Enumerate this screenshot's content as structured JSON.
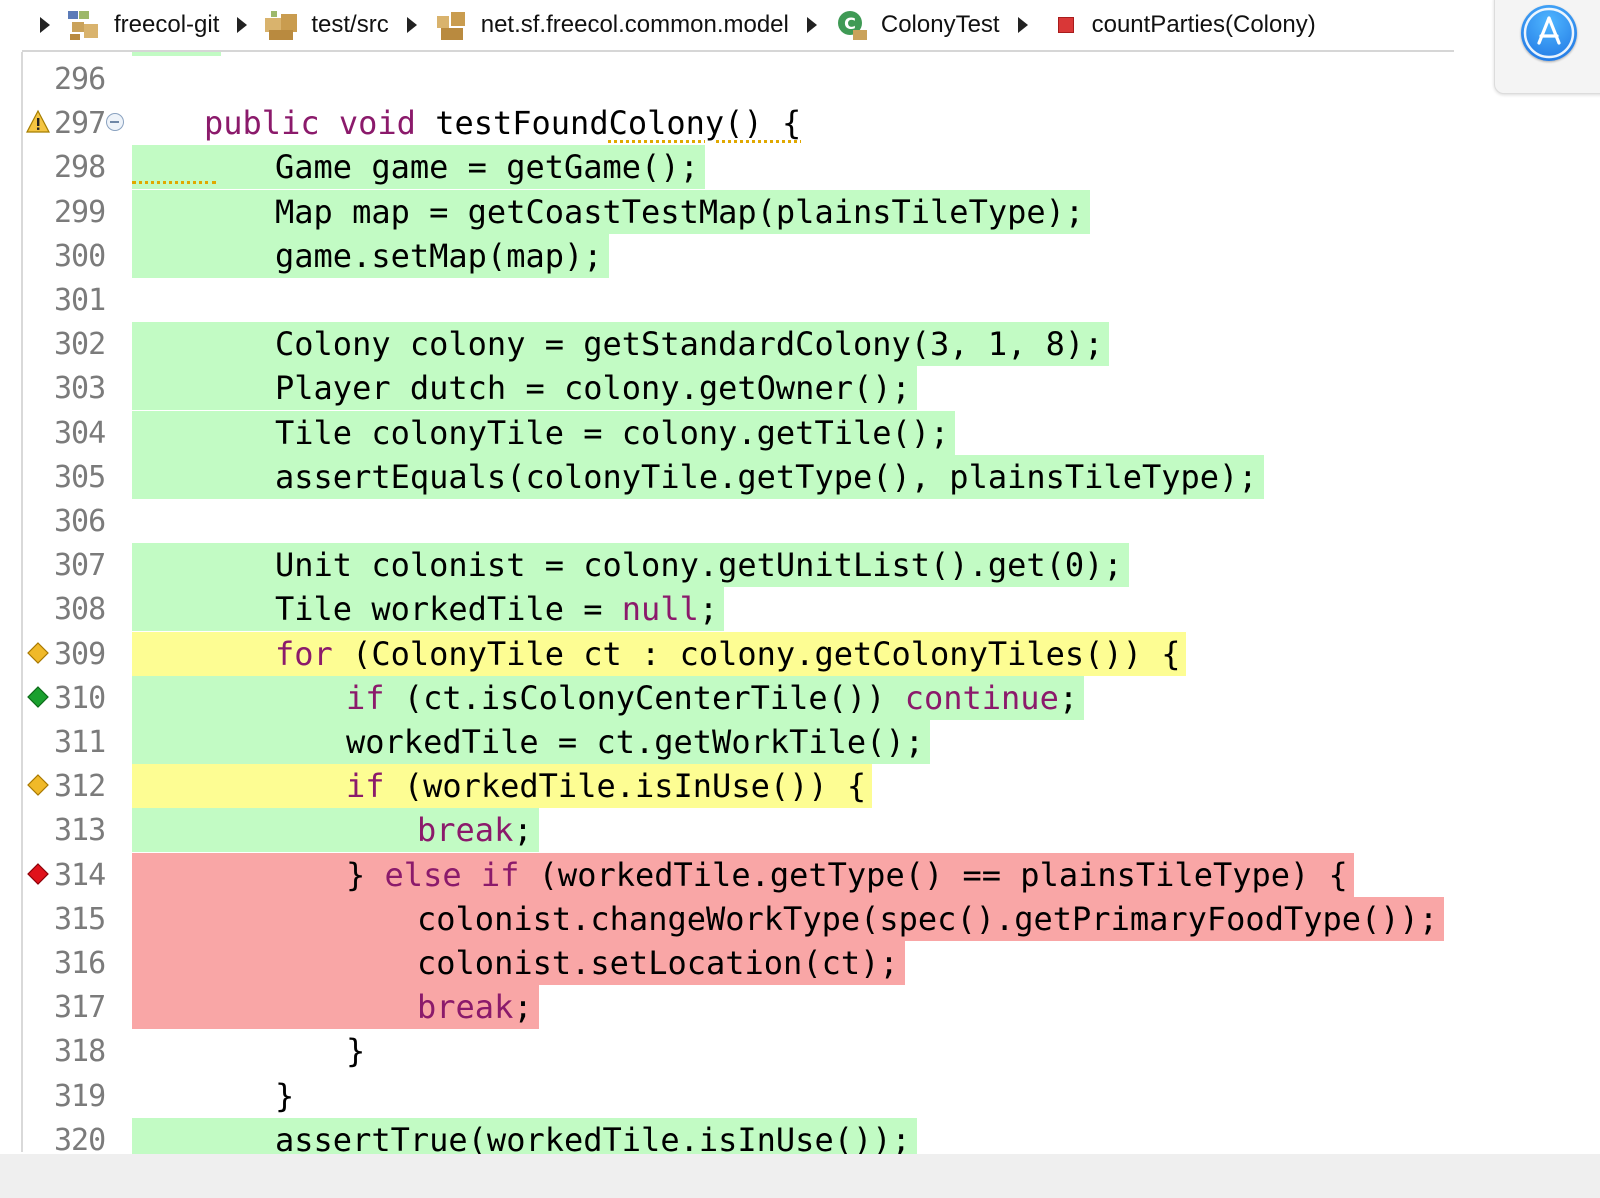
{
  "breadcrumb": {
    "items": [
      {
        "label": "freecol-git",
        "icon": "project-icon"
      },
      {
        "label": "test/src",
        "icon": "source-folder-icon"
      },
      {
        "label": "net.sf.freecol.common.model",
        "icon": "package-icon"
      },
      {
        "label": "ColonyTest",
        "icon": "java-class-icon"
      },
      {
        "label": "countParties(Colony)",
        "icon": "private-method-icon"
      }
    ]
  },
  "editor": {
    "lines": [
      {
        "number": "296",
        "indent": 0,
        "tokens": [],
        "coverage": null,
        "marker": null
      },
      {
        "number": "297",
        "indent": 1,
        "tokens": [
          {
            "t": "public void",
            "k": "kw"
          },
          {
            "t": " testFound"
          },
          {
            "t": "Colony() {",
            "k": "warn"
          }
        ],
        "coverage": null,
        "marker": "warning-icon",
        "fold": true
      },
      {
        "number": "298",
        "indent": 2,
        "tokens": [
          {
            "t": "Game game = getGame();"
          }
        ],
        "coverage": "green",
        "marker": null
      },
      {
        "number": "299",
        "indent": 2,
        "tokens": [
          {
            "t": "Map map = getCoastTestMap(plainsTileType);"
          }
        ],
        "coverage": "green",
        "marker": null
      },
      {
        "number": "300",
        "indent": 2,
        "tokens": [
          {
            "t": "game.setMap(map);"
          }
        ],
        "coverage": "green",
        "marker": null
      },
      {
        "number": "301",
        "indent": 0,
        "tokens": [],
        "coverage": null,
        "marker": null
      },
      {
        "number": "302",
        "indent": 2,
        "tokens": [
          {
            "t": "Colony colony = getStandardColony(3, 1, 8);"
          }
        ],
        "coverage": "green",
        "marker": null
      },
      {
        "number": "303",
        "indent": 2,
        "tokens": [
          {
            "t": "Player dutch = colony.getOwner();"
          }
        ],
        "coverage": "green",
        "marker": null
      },
      {
        "number": "304",
        "indent": 2,
        "tokens": [
          {
            "t": "Tile colonyTile = colony.getTile();"
          }
        ],
        "coverage": "green",
        "marker": null
      },
      {
        "number": "305",
        "indent": 2,
        "tokens": [
          {
            "t": "assertEquals(colonyTile.getType(), plainsTileType);"
          }
        ],
        "coverage": "green",
        "marker": null
      },
      {
        "number": "306",
        "indent": 0,
        "tokens": [],
        "coverage": null,
        "marker": null
      },
      {
        "number": "307",
        "indent": 2,
        "tokens": [
          {
            "t": "Unit colonist = colony.getUnitList().get(0);"
          }
        ],
        "coverage": "green",
        "marker": null
      },
      {
        "number": "308",
        "indent": 2,
        "tokens": [
          {
            "t": "Tile workedTile = "
          },
          {
            "t": "null",
            "k": "kw"
          },
          {
            "t": ";"
          }
        ],
        "coverage": "green",
        "marker": null
      },
      {
        "number": "309",
        "indent": 2,
        "tokens": [
          {
            "t": "for",
            "k": "kw"
          },
          {
            "t": " (ColonyTile ct : colony.getColonyTiles()) {"
          }
        ],
        "coverage": "yellow",
        "marker": "partial-branch-icon"
      },
      {
        "number": "310",
        "indent": 3,
        "tokens": [
          {
            "t": "if",
            "k": "kw"
          },
          {
            "t": " (ct.isColonyCenterTile()) "
          },
          {
            "t": "continue",
            "k": "kw"
          },
          {
            "t": ";"
          }
        ],
        "coverage": "green",
        "marker": "full-branch-icon"
      },
      {
        "number": "311",
        "indent": 3,
        "tokens": [
          {
            "t": "workedTile = ct.getWorkTile();"
          }
        ],
        "coverage": "green",
        "marker": null
      },
      {
        "number": "312",
        "indent": 3,
        "tokens": [
          {
            "t": "if",
            "k": "kw"
          },
          {
            "t": " (workedTile.isInUse()) {"
          }
        ],
        "coverage": "yellow",
        "marker": "partial-branch-icon"
      },
      {
        "number": "313",
        "indent": 4,
        "tokens": [
          {
            "t": "break",
            "k": "kw"
          },
          {
            "t": ";"
          }
        ],
        "coverage": "green",
        "marker": null
      },
      {
        "number": "314",
        "indent": 3,
        "tokens": [
          {
            "t": "} "
          },
          {
            "t": "else if",
            "k": "kw"
          },
          {
            "t": " (workedTile.getType() == plainsTileType) {"
          }
        ],
        "coverage": "red",
        "marker": "missed-branch-icon"
      },
      {
        "number": "315",
        "indent": 4,
        "tokens": [
          {
            "t": "colonist.changeWorkType(spec().getPrimaryFoodType());"
          }
        ],
        "coverage": "red",
        "marker": null
      },
      {
        "number": "316",
        "indent": 4,
        "tokens": [
          {
            "t": "colonist.setLocation(ct);"
          }
        ],
        "coverage": "red",
        "marker": null
      },
      {
        "number": "317",
        "indent": 4,
        "tokens": [
          {
            "t": "break",
            "k": "kw"
          },
          {
            "t": ";"
          }
        ],
        "coverage": "red",
        "marker": null
      },
      {
        "number": "318",
        "indent": 3,
        "tokens": [
          {
            "t": "}"
          }
        ],
        "coverage": null,
        "marker": null
      },
      {
        "number": "319",
        "indent": 2,
        "tokens": [
          {
            "t": "}"
          }
        ],
        "coverage": null,
        "marker": null
      },
      {
        "number": "320",
        "indent": 2,
        "tokens": [
          {
            "t": "assertTrue(workedTile.isInUse());"
          }
        ],
        "coverage": "green",
        "marker": null
      }
    ]
  },
  "colors": {
    "coverage_green": "#c2fbc4",
    "coverage_yellow": "#fdfd93",
    "coverage_red": "#f9a6a6",
    "keyword": "#8b1a6b",
    "line_number": "#7b7b7b"
  },
  "overlay": {
    "icon": "app-store-icon"
  }
}
